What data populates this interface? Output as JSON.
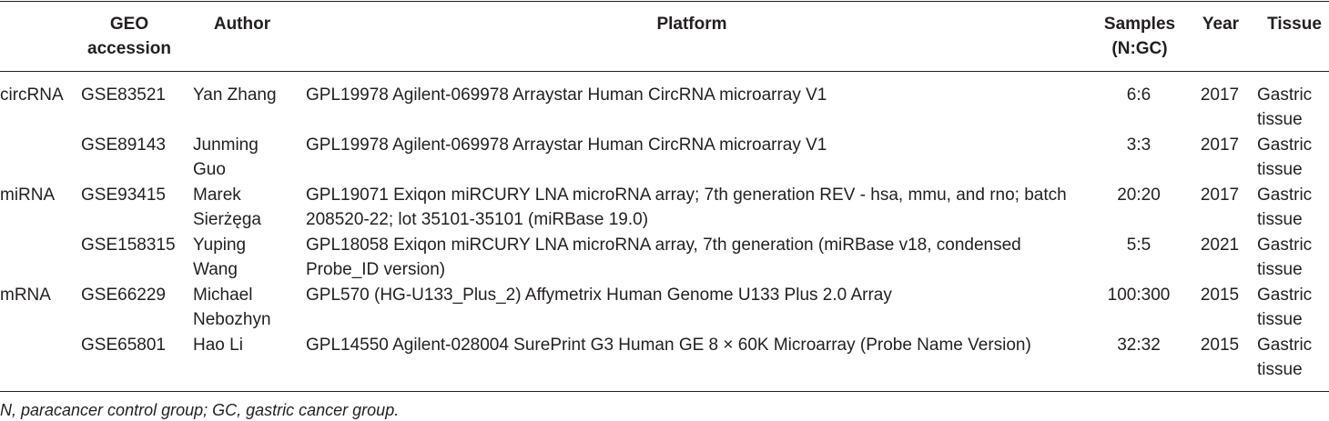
{
  "table": {
    "headers": {
      "type": "",
      "geo": "GEO accession",
      "author": "Author",
      "platform": "Platform",
      "samples": "Samples (N:GC)",
      "year": "Year",
      "tissue": "Tissue"
    },
    "rows": [
      {
        "type": "circRNA",
        "geo": "GSE83521",
        "author": "Yan Zhang",
        "platform": "GPL19978 Agilent-069978 Arraystar Human CircRNA microarray V1",
        "samples": "6:6",
        "year": "2017",
        "tissue": "Gastric tissue"
      },
      {
        "type": "",
        "geo": "GSE89143",
        "author": "Junming Guo",
        "platform": "GPL19978 Agilent-069978 Arraystar Human CircRNA microarray V1",
        "samples": "3:3",
        "year": "2017",
        "tissue": "Gastric tissue"
      },
      {
        "type": "miRNA",
        "geo": "GSE93415",
        "author": "Marek Sierżęga",
        "platform": "GPL19071 Exiqon miRCURY LNA microRNA array; 7th generation REV - hsa, mmu, and rno; batch 208520-22; lot 35101-35101 (miRBase 19.0)",
        "samples": "20:20",
        "year": "2017",
        "tissue": "Gastric tissue"
      },
      {
        "type": "",
        "geo": "GSE158315",
        "author": "Yuping Wang",
        "platform": "GPL18058 Exiqon miRCURY LNA microRNA array, 7th generation (miRBase v18, condensed Probe_ID version)",
        "samples": "5:5",
        "year": "2021",
        "tissue": "Gastric tissue"
      },
      {
        "type": "mRNA",
        "geo": "GSE66229",
        "author": "Michael Nebozhyn",
        "platform": "GPL570 (HG-U133_Plus_2) Affymetrix Human Genome U133 Plus 2.0 Array",
        "samples": "100:300",
        "year": "2015",
        "tissue": "Gastric tissue"
      },
      {
        "type": "",
        "geo": "GSE65801",
        "author": "Hao Li",
        "platform": "GPL14550 Agilent-028004 SurePrint G3 Human GE 8 × 60K Microarray (Probe Name Version)",
        "samples": "32:32",
        "year": "2015",
        "tissue": "Gastric tissue"
      }
    ]
  },
  "footnote": "N, paracancer control group; GC, gastric cancer group."
}
